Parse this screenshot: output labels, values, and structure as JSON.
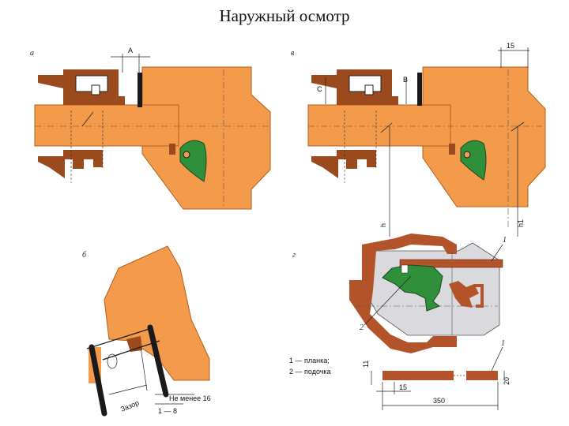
{
  "title": "Наружный осмотр",
  "panels": {
    "a": {
      "label": "а",
      "dims": {
        "A": "A"
      }
    },
    "v": {
      "label": "в",
      "dims": {
        "C": "C",
        "B": "B",
        "d15": "15",
        "h": "h",
        "h1": "h1"
      }
    },
    "b": {
      "label": "б",
      "dims": {
        "zazor": "Зазор",
        "not_less": "Не менее 16",
        "range": "1 — 8"
      }
    },
    "g": {
      "label": "г",
      "callouts": {
        "one": "1",
        "two": "2"
      }
    }
  },
  "legend": {
    "item1": "1 — планка;",
    "item2": "2 — подочка"
  },
  "plank_dims": {
    "d11": "11",
    "d20": "20",
    "d15": "15",
    "d350": "350",
    "callout": "1"
  },
  "colors": {
    "orange": "#f39a4b",
    "brown": "#9a4a1c",
    "green": "#2f8f3a",
    "gray": "#d9d9de",
    "dark": "#1a1a1a"
  }
}
